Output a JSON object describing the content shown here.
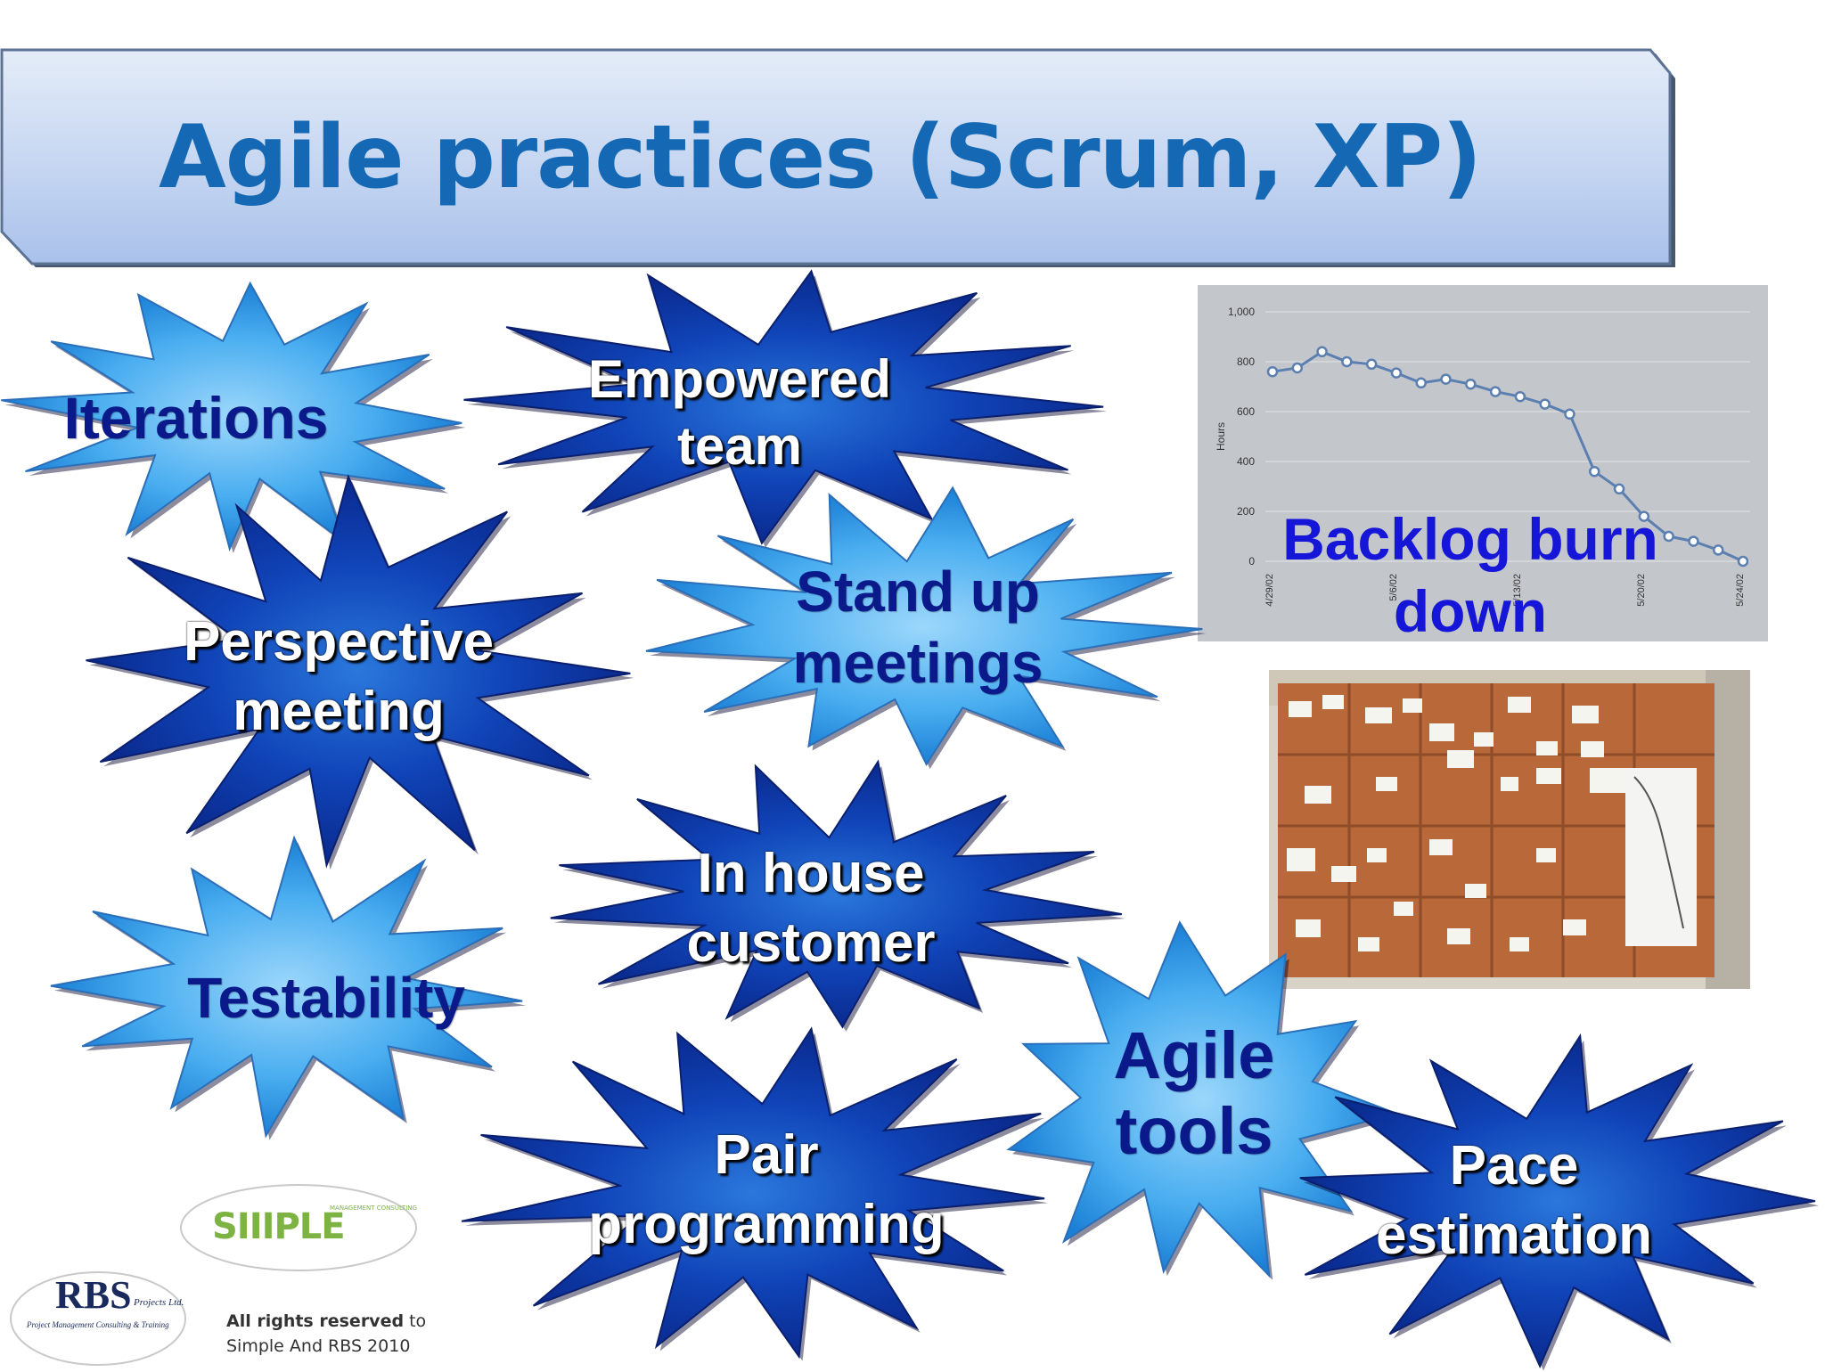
{
  "slide": {
    "title": "Agile practices (Scrum, XP)",
    "title_color": "#1569b4"
  },
  "practices": [
    {
      "id": "iterations",
      "lines": [
        "Iterations"
      ],
      "style": "light-burst"
    },
    {
      "id": "empowered-team",
      "lines": [
        "Empowered",
        "team"
      ],
      "style": "dark-burst"
    },
    {
      "id": "perspective-meeting",
      "lines": [
        "Perspective",
        "meeting"
      ],
      "style": "dark-burst"
    },
    {
      "id": "stand-up-meetings",
      "lines": [
        "Stand up",
        "meetings"
      ],
      "style": "light-burst"
    },
    {
      "id": "in-house-customer",
      "lines": [
        "In house",
        "customer"
      ],
      "style": "dark-burst"
    },
    {
      "id": "testability",
      "lines": [
        "Testability"
      ],
      "style": "light-burst"
    },
    {
      "id": "pair-programming",
      "lines": [
        "Pair",
        "programming"
      ],
      "style": "dark-burst"
    },
    {
      "id": "agile-tools",
      "lines": [
        "Agile",
        "tools"
      ],
      "style": "light-burst"
    },
    {
      "id": "pace-estimation",
      "lines": [
        "Pace",
        "estimation"
      ],
      "style": "dark-burst"
    }
  ],
  "burndown": {
    "caption_lines": [
      "Backlog burn",
      "down"
    ],
    "caption_color": "#1616d8"
  },
  "chart_data": {
    "type": "line",
    "title": "",
    "xlabel": "",
    "ylabel": "Hours",
    "ylim": [
      0,
      1000
    ],
    "yticks": [
      "0",
      "200",
      "400",
      "600",
      "800",
      "1,000"
    ],
    "xticks": [
      "4/29/02",
      "5/6/02",
      "5/13/02",
      "5/20/02",
      "5/24/02"
    ],
    "grid": true,
    "series": [
      {
        "color": "#5b7fb0",
        "values": [
          760,
          775,
          840,
          800,
          790,
          755,
          715,
          730,
          710,
          680,
          660,
          630,
          590,
          360,
          290,
          180,
          100,
          80,
          45,
          0
        ]
      }
    ]
  },
  "photo": {
    "description_icon": "task-board-photo"
  },
  "footer": {
    "logo_simple_text": "SIIIPLE",
    "logo_simple_subtext": "MANAGEMENT CONSULTING",
    "logo_rbs_text": "RBS",
    "logo_rbs_subtext": "Projects Ltd.",
    "logo_rbs_tagline": "Project Management Consulting & Training",
    "rights_bold": "All rights reserved",
    "rights_rest": " to",
    "rights_line2": "Simple And RBS 2010"
  }
}
